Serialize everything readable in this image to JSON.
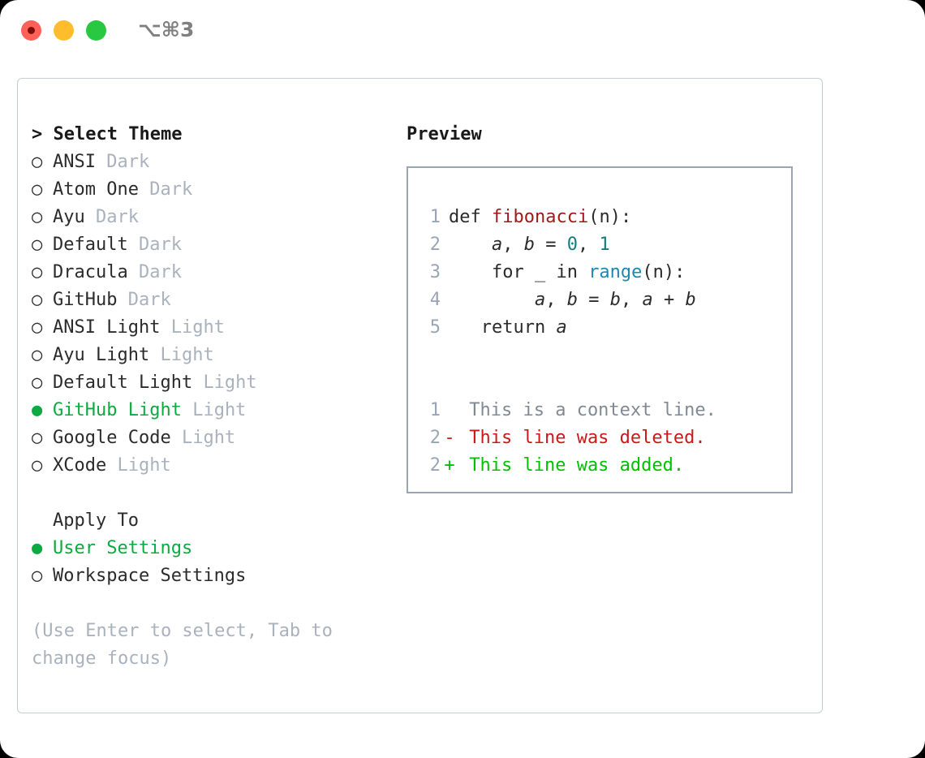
{
  "window": {
    "shortcut": "⌥⌘3",
    "traffic_lights": [
      {
        "name": "close",
        "color": "#ff6159"
      },
      {
        "name": "minimize",
        "color": "#ffbd2e"
      },
      {
        "name": "maximize",
        "color": "#28c840"
      }
    ]
  },
  "colors": {
    "selected_green": "#0caa41",
    "diff_add_green": "#00c000",
    "diff_del_red": "#cc1818",
    "muted_gray": "#a9b2bd",
    "lineno_gray": "#9aa5b4",
    "function_red": "#9e1a1a",
    "number_teal": "#0f7f7f",
    "builtin_blue": "#1a87b8",
    "panel_border": "#c8cdd4",
    "preview_border": "#9aa5b4"
  },
  "theme_section": {
    "caret": ">",
    "title": "Select Theme",
    "marker_on": "●",
    "marker_off": "○",
    "items": [
      {
        "label": "ANSI",
        "variant": "Dark",
        "selected": false
      },
      {
        "label": "Atom One",
        "variant": "Dark",
        "selected": false
      },
      {
        "label": "Ayu",
        "variant": "Dark",
        "selected": false
      },
      {
        "label": "Default",
        "variant": "Dark",
        "selected": false
      },
      {
        "label": "Dracula",
        "variant": "Dark",
        "selected": false
      },
      {
        "label": "GitHub",
        "variant": "Dark",
        "selected": false
      },
      {
        "label": "ANSI Light",
        "variant": "Light",
        "selected": false
      },
      {
        "label": "Ayu Light",
        "variant": "Light",
        "selected": false
      },
      {
        "label": "Default Light",
        "variant": "Light",
        "selected": false
      },
      {
        "label": "GitHub Light",
        "variant": "Light",
        "selected": true
      },
      {
        "label": "Google Code",
        "variant": "Light",
        "selected": false
      },
      {
        "label": "XCode",
        "variant": "Light",
        "selected": false
      }
    ]
  },
  "apply_section": {
    "title": "Apply To",
    "items": [
      {
        "label": "User Settings",
        "selected": true
      },
      {
        "label": "Workspace Settings",
        "selected": false
      }
    ]
  },
  "hint": "(Use Enter to select, Tab to change focus)",
  "preview": {
    "title": "Preview",
    "code_lines": [
      {
        "no": "1",
        "tokens": [
          {
            "t": "def ",
            "c": "kw"
          },
          {
            "t": "fibonacci",
            "c": "fn"
          },
          {
            "t": "(n):",
            "c": "punc"
          }
        ]
      },
      {
        "no": "2",
        "tokens": [
          {
            "t": "    ",
            "c": "kw"
          },
          {
            "t": "a",
            "c": "var"
          },
          {
            "t": ", ",
            "c": "punc"
          },
          {
            "t": "b",
            "c": "var"
          },
          {
            "t": " = ",
            "c": "punc"
          },
          {
            "t": "0",
            "c": "num"
          },
          {
            "t": ", ",
            "c": "punc"
          },
          {
            "t": "1",
            "c": "num"
          }
        ]
      },
      {
        "no": "3",
        "tokens": [
          {
            "t": "    for _ in ",
            "c": "kw"
          },
          {
            "t": "range",
            "c": "bi"
          },
          {
            "t": "(n):",
            "c": "punc"
          }
        ]
      },
      {
        "no": "4",
        "tokens": [
          {
            "t": "        ",
            "c": "kw"
          },
          {
            "t": "a",
            "c": "var"
          },
          {
            "t": ", ",
            "c": "punc"
          },
          {
            "t": "b",
            "c": "var"
          },
          {
            "t": " = ",
            "c": "punc"
          },
          {
            "t": "b",
            "c": "var"
          },
          {
            "t": ", ",
            "c": "punc"
          },
          {
            "t": "a",
            "c": "var"
          },
          {
            "t": " + ",
            "c": "punc"
          },
          {
            "t": "b",
            "c": "var"
          }
        ]
      },
      {
        "no": "5",
        "tokens": [
          {
            "t": "   return ",
            "c": "kw"
          },
          {
            "t": "a",
            "c": "var"
          }
        ]
      }
    ],
    "diff_lines": [
      {
        "no": "1",
        "marker": " ",
        "text": "This is a context line.",
        "kind": "diff-ctx"
      },
      {
        "no": "2",
        "marker": "-",
        "text": "This line was deleted.",
        "kind": "diff-del"
      },
      {
        "no": "2",
        "marker": "+",
        "text": "This line was added.",
        "kind": "diff-add"
      }
    ]
  }
}
